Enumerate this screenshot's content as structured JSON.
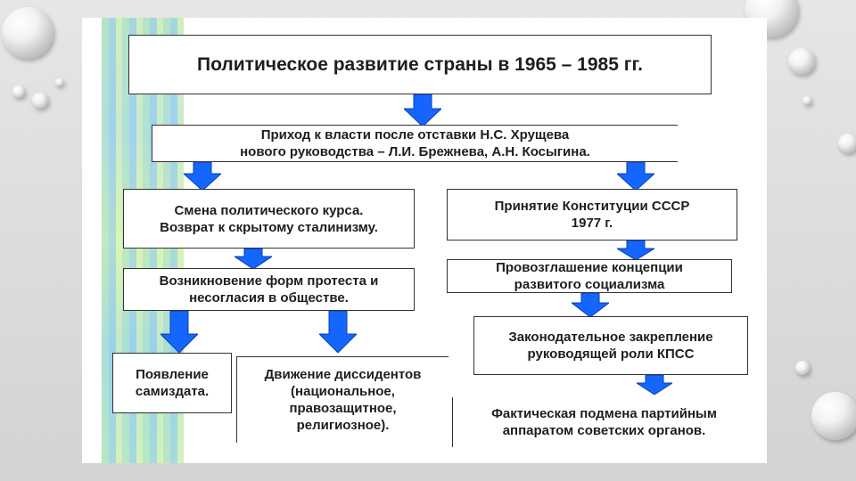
{
  "title": "Политическое развитие страны в 1965 – 1985 гг.",
  "nodes": {
    "rise": "Приход к власти после отставки Н.С. Хрущева\nнового руководства – Л.И. Брежнева, А.Н. Косыгина.",
    "course_change": "Смена политического курса.\nВозврат к скрытому сталинизму.",
    "protest_forms": "Возникновение форм протеста и\nнесогласия в обществе.",
    "samizdat": "Появление\nсамиздата.",
    "dissidents": "Движение диссидентов\n(национальное,\nправозащитное,\nрелигиозное).",
    "constitution": "Принятие Конституции СССР\n1977 г.",
    "developed_socialism": "Провозглашение концепции\nразвитого социализма",
    "cpsu_role": "Законодательное закрепление\nруководящей роли КПСС",
    "substitution": "Фактическая подмена партийным\nаппаратом советских органов."
  },
  "colors": {
    "arrow": "#1565ff",
    "arrow_dark": "#0a3fb0",
    "border": "#333333"
  }
}
